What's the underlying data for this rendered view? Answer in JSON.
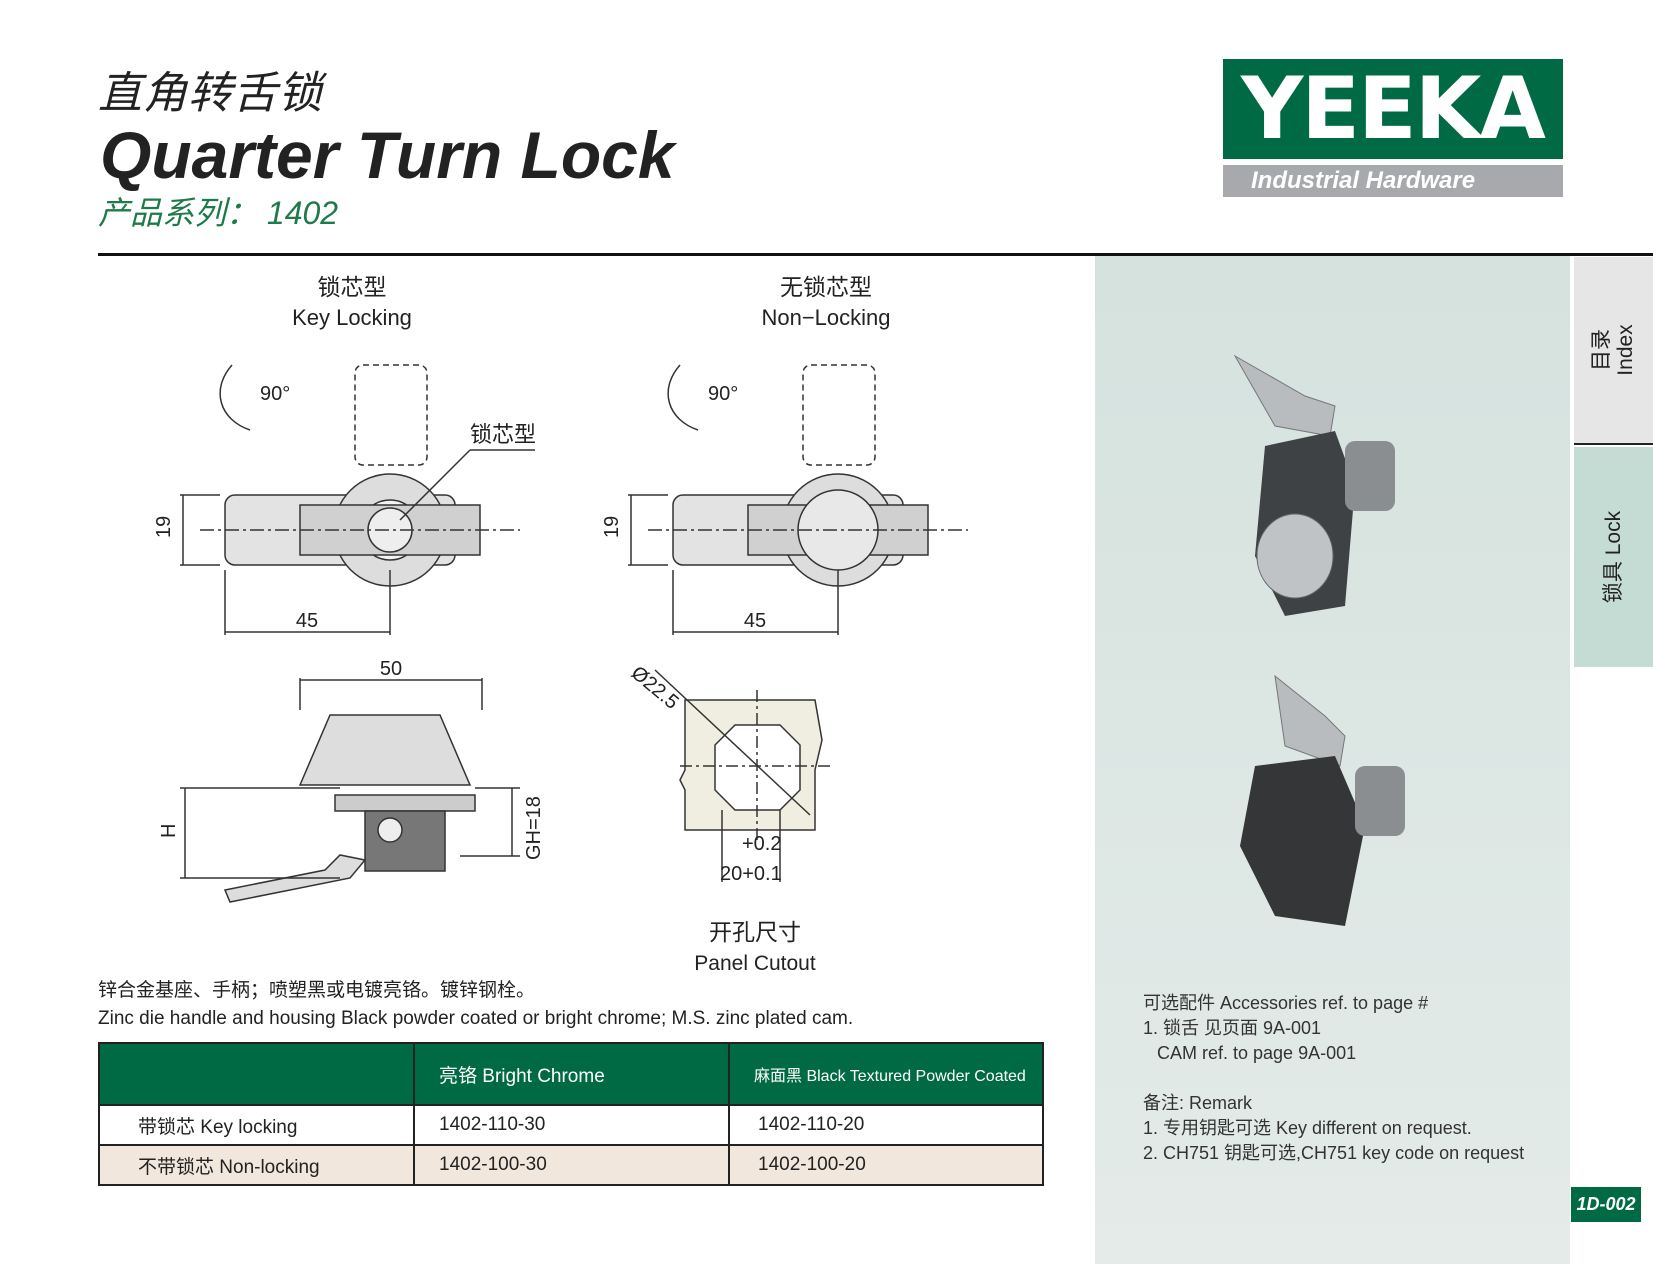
{
  "header": {
    "title_cn": "直角转舌锁",
    "title_en": "Quarter Turn Lock",
    "series": "产品系列： 1402"
  },
  "logo": {
    "brand": "YEEKA",
    "tagline": "Industrial Hardware"
  },
  "tabs": [
    {
      "label_cn": "目录",
      "label_en": "Index"
    },
    {
      "label_cn": "锁具",
      "label_en": "Lock"
    }
  ],
  "drawings": {
    "key_locking": {
      "cn": "锁芯型",
      "en": "Key  Locking",
      "angle": "90°",
      "callout": "锁芯型",
      "dim_h": "19",
      "dim_w": "45"
    },
    "non_locking": {
      "cn": "无锁芯型",
      "en": "Non−Locking",
      "angle": "90°",
      "dim_h": "19",
      "dim_w": "45"
    },
    "side_view": {
      "dim_w": "50",
      "dim_h": "H",
      "dim_gh": "GH=18"
    },
    "cutout": {
      "diameter": "Ø22.5",
      "tol": "+0.2",
      "width": "20+0.1",
      "cn": "开孔尺寸",
      "en": "Panel Cutout"
    }
  },
  "description": {
    "cn": "锌合金基座、手柄；喷塑黑或电镀亮铬。镀锌钢栓。",
    "en": "Zinc die handle and housing Black powder coated or bright chrome; M.S. zinc plated cam."
  },
  "table": {
    "headers": [
      "",
      "亮铬 Bright Chrome",
      "麻面黑 Black Textured Powder Coated"
    ],
    "rows": [
      [
        "带锁芯 Key locking",
        "1402-110-30",
        "1402-110-20"
      ],
      [
        "不带锁芯 Non-locking",
        "1402-100-30",
        "1402-100-20"
      ]
    ]
  },
  "accessories": {
    "title": "可选配件 Accessories ref. to page #",
    "item1_cn": "1. 锁舌 见页面 9A-001",
    "item1_en": "CAM  ref. to page 9A-001"
  },
  "remark": {
    "title": "备注: Remark",
    "item1": "1. 专用钥匙可选 Key different on request.",
    "item2": "2. CH751 钥匙可选,CH751 key code on request"
  },
  "page_number": "1D-002",
  "colors": {
    "brand_green": "#006a45",
    "logo_gray": "#a7a9ac",
    "panel": "#d5e2de",
    "row_alt": "#f2e7dc"
  }
}
